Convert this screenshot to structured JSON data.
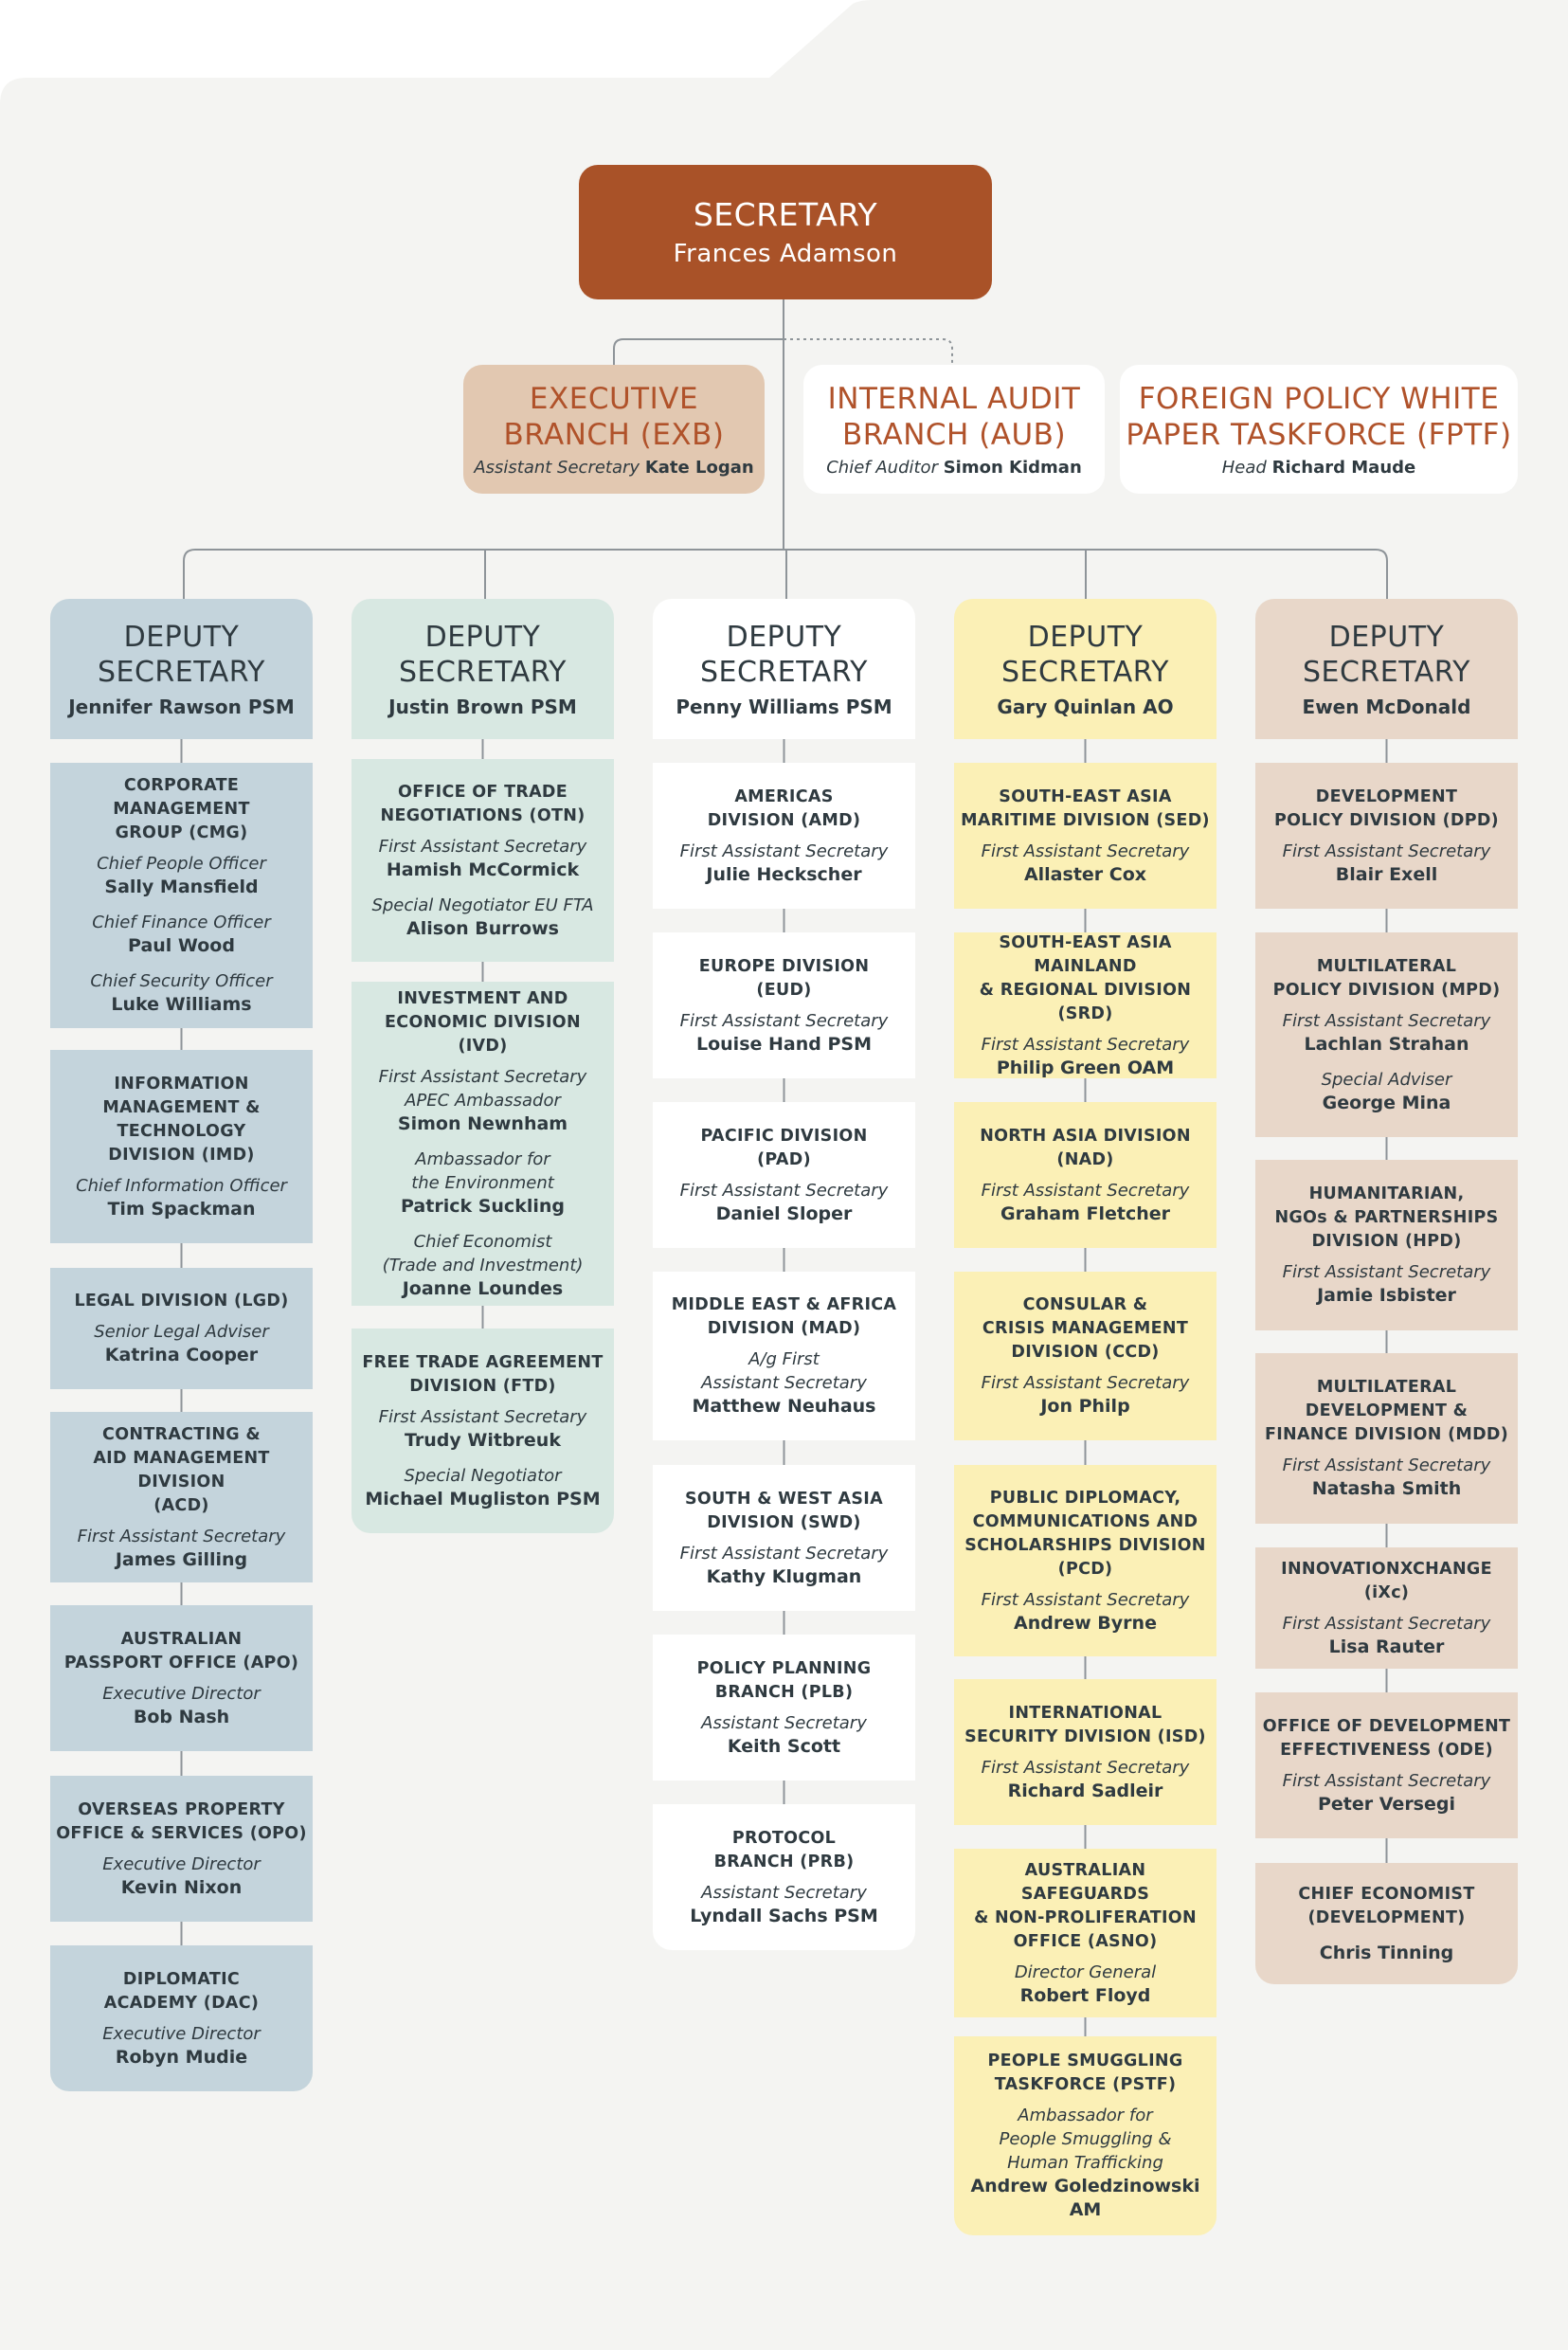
{
  "colors": {
    "page_bg": "#f4f4f2",
    "secretary_box": "#a95228",
    "branch_exb": "#e2c8b1",
    "branch_accent_text": "#b0522a",
    "column_blue": "#c4d4dc",
    "column_green": "#d8e8e2",
    "column_white": "#ffffff",
    "column_yellow": "#fbf0b6",
    "column_tan": "#e8d7c9",
    "connector": "#8e9499"
  },
  "secretary": {
    "title": "SECRETARY",
    "name": "Frances Adamson"
  },
  "branches": [
    {
      "title": "EXECUTIVE\nBRANCH (EXB)",
      "role": "Assistant Secretary",
      "name": "Kate Logan"
    },
    {
      "title": "INTERNAL AUDIT\nBRANCH (AUB)",
      "role": "Chief Auditor",
      "name": "Simon Kidman"
    },
    {
      "title": "FOREIGN POLICY WHITE\nPAPER TASKFORCE (FPTF)",
      "role": "Head",
      "name": "Richard Maude"
    }
  ],
  "deputies": [
    {
      "title": "DEPUTY\nSECRETARY",
      "name": "Jennifer Rawson PSM",
      "units": [
        {
          "title": "CORPORATE MANAGEMENT\nGROUP (CMG)",
          "roles": [
            {
              "role": "Chief People Officer",
              "name": "Sally Mansfield"
            },
            {
              "role": "Chief Finance Officer",
              "name": "Paul Wood"
            },
            {
              "role": "Chief Security Officer",
              "name": "Luke Williams"
            }
          ]
        },
        {
          "title": "INFORMATION\nMANAGEMENT &\nTECHNOLOGY\nDIVISION (IMD)",
          "roles": [
            {
              "role": "Chief Information Officer",
              "name": "Tim Spackman"
            }
          ]
        },
        {
          "title": "LEGAL DIVISION (LGD)",
          "roles": [
            {
              "role": "Senior Legal Adviser",
              "name": "Katrina Cooper"
            }
          ]
        },
        {
          "title": "CONTRACTING &\nAID MANAGEMENT DIVISION\n(ACD)",
          "roles": [
            {
              "role": "First Assistant Secretary",
              "name": "James Gilling"
            }
          ]
        },
        {
          "title": "AUSTRALIAN\nPASSPORT OFFICE (APO)",
          "roles": [
            {
              "role": "Executive Director",
              "name": "Bob Nash"
            }
          ]
        },
        {
          "title": "OVERSEAS PROPERTY\nOFFICE & SERVICES (OPO)",
          "roles": [
            {
              "role": "Executive Director",
              "name": "Kevin Nixon"
            }
          ]
        },
        {
          "title": "DIPLOMATIC\nACADEMY (DAC)",
          "roles": [
            {
              "role": "Executive Director",
              "name": "Robyn Mudie"
            }
          ]
        }
      ]
    },
    {
      "title": "DEPUTY\nSECRETARY",
      "name": "Justin Brown PSM",
      "units": [
        {
          "title": "OFFICE OF TRADE\nNEGOTIATIONS (OTN)",
          "roles": [
            {
              "role": "First Assistant Secretary",
              "name": "Hamish McCormick"
            },
            {
              "role": "Special Negotiator EU FTA",
              "name": "Alison Burrows"
            }
          ]
        },
        {
          "title": "INVESTMENT AND\nECONOMIC DIVISION (IVD)",
          "roles": [
            {
              "role": "First Assistant Secretary\nAPEC Ambassador",
              "name": "Simon Newnham"
            },
            {
              "role": "Ambassador for\nthe Environment",
              "name": "Patrick Suckling"
            },
            {
              "role": "Chief Economist\n(Trade and Investment)",
              "name": "Joanne Loundes"
            }
          ]
        },
        {
          "title": "FREE TRADE AGREEMENT\nDIVISION (FTD)",
          "roles": [
            {
              "role": "First Assistant Secretary",
              "name": "Trudy Witbreuk"
            },
            {
              "role": "Special Negotiator",
              "name": "Michael Mugliston PSM"
            }
          ]
        }
      ]
    },
    {
      "title": "DEPUTY\nSECRETARY",
      "name": "Penny Williams PSM",
      "units": [
        {
          "title": "AMERICAS\nDIVISION (AMD)",
          "roles": [
            {
              "role": "First Assistant Secretary",
              "name": "Julie Heckscher"
            }
          ]
        },
        {
          "title": "EUROPE DIVISION\n(EUD)",
          "roles": [
            {
              "role": "First Assistant Secretary",
              "name": "Louise Hand PSM"
            }
          ]
        },
        {
          "title": "PACIFIC DIVISION\n(PAD)",
          "roles": [
            {
              "role": "First Assistant Secretary",
              "name": "Daniel Sloper"
            }
          ]
        },
        {
          "title": "MIDDLE EAST & AFRICA\nDIVISION (MAD)",
          "roles": [
            {
              "role": "A/g First\nAssistant Secretary",
              "name": "Matthew Neuhaus"
            }
          ]
        },
        {
          "title": "SOUTH & WEST ASIA\nDIVISION (SWD)",
          "roles": [
            {
              "role": "First Assistant Secretary",
              "name": "Kathy Klugman"
            }
          ]
        },
        {
          "title": "POLICY PLANNING\nBRANCH (PLB)",
          "roles": [
            {
              "role": "Assistant Secretary",
              "name": "Keith Scott"
            }
          ]
        },
        {
          "title": "PROTOCOL\nBRANCH (PRB)",
          "roles": [
            {
              "role": "Assistant Secretary",
              "name": "Lyndall Sachs PSM"
            }
          ]
        }
      ]
    },
    {
      "title": "DEPUTY\nSECRETARY",
      "name": "Gary Quinlan AO",
      "units": [
        {
          "title": "SOUTH-EAST ASIA\nMARITIME DIVISION (SED)",
          "roles": [
            {
              "role": "First Assistant Secretary",
              "name": "Allaster Cox"
            }
          ]
        },
        {
          "title": "SOUTH-EAST ASIA MAINLAND\n& REGIONAL DIVISION (SRD)",
          "roles": [
            {
              "role": "First Assistant Secretary",
              "name": "Philip Green OAM"
            }
          ]
        },
        {
          "title": "NORTH ASIA DIVISION (NAD)",
          "roles": [
            {
              "role": "First Assistant Secretary",
              "name": "Graham Fletcher"
            }
          ]
        },
        {
          "title": "CONSULAR &\nCRISIS MANAGEMENT\nDIVISION (CCD)",
          "roles": [
            {
              "role": "First Assistant Secretary",
              "name": "Jon Philp"
            }
          ]
        },
        {
          "title": "PUBLIC DIPLOMACY,\nCOMMUNICATIONS AND\nSCHOLARSHIPS DIVISION\n(PCD)",
          "roles": [
            {
              "role": "First Assistant Secretary",
              "name": "Andrew Byrne"
            }
          ]
        },
        {
          "title": "INTERNATIONAL\nSECURITY DIVISION (ISD)",
          "roles": [
            {
              "role": "First Assistant Secretary",
              "name": "Richard Sadleir"
            }
          ]
        },
        {
          "title": "AUSTRALIAN SAFEGUARDS\n& NON-PROLIFERATION\nOFFICE (ASNO)",
          "roles": [
            {
              "role": "Director General",
              "name": "Robert Floyd"
            }
          ]
        },
        {
          "title": "PEOPLE SMUGGLING\nTASKFORCE (PSTF)",
          "roles": [
            {
              "role": "Ambassador for\nPeople Smuggling &\nHuman Trafficking",
              "name": "Andrew Goledzinowski AM"
            }
          ]
        }
      ]
    },
    {
      "title": "DEPUTY\nSECRETARY",
      "name": "Ewen McDonald",
      "units": [
        {
          "title": "DEVELOPMENT\nPOLICY DIVISION (DPD)",
          "roles": [
            {
              "role": "First Assistant Secretary",
              "name": "Blair Exell"
            }
          ]
        },
        {
          "title": "MULTILATERAL\nPOLICY DIVISION (MPD)",
          "roles": [
            {
              "role": "First Assistant Secretary",
              "name": "Lachlan Strahan"
            },
            {
              "role": "Special Adviser",
              "name": "George Mina"
            }
          ]
        },
        {
          "title": "HUMANITARIAN,\nNGOs & PARTNERSHIPS\nDIVISION (HPD)",
          "roles": [
            {
              "role": "First Assistant Secretary",
              "name": "Jamie Isbister"
            }
          ]
        },
        {
          "title": "MULTILATERAL\nDEVELOPMENT &\nFINANCE DIVISION (MDD)",
          "roles": [
            {
              "role": "First Assistant Secretary",
              "name": "Natasha Smith"
            }
          ]
        },
        {
          "title": "INNOVATIONXCHANGE (iXc)",
          "roles": [
            {
              "role": "First Assistant Secretary",
              "name": "Lisa Rauter"
            }
          ]
        },
        {
          "title": "OFFICE OF DEVELOPMENT\nEFFECTIVENESS (ODE)",
          "roles": [
            {
              "role": "First Assistant Secretary",
              "name": "Peter Versegi"
            }
          ]
        },
        {
          "title": "CHIEF ECONOMIST\n(DEVELOPMENT)",
          "roles": [
            {
              "role": "",
              "name": "Chris Tinning"
            }
          ]
        }
      ]
    }
  ]
}
